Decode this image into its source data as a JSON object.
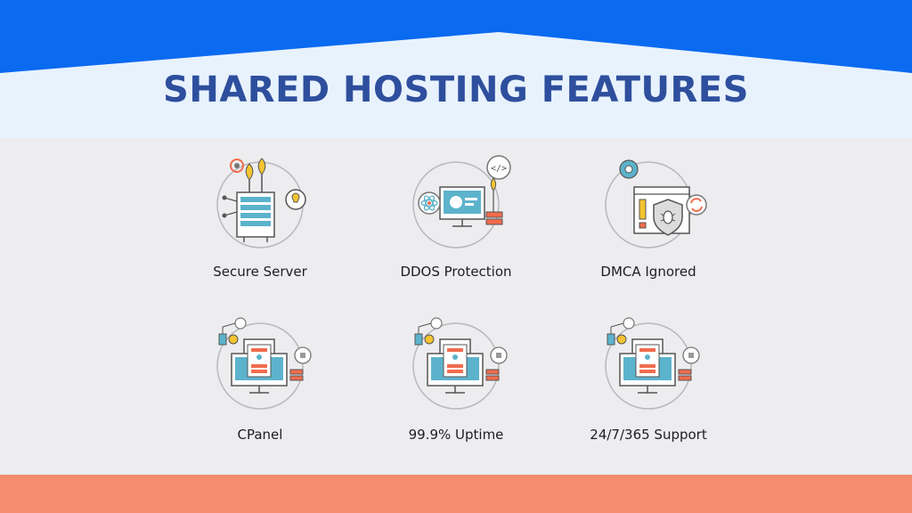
{
  "title": "SHARED HOSTING FEATURES",
  "colors": {
    "blue": "#0a6af0",
    "banner_light": "#e8f2fd",
    "title": "#2e4f9d",
    "coral": "#f58c6e",
    "background": "#ededef",
    "icon_teal": "#5cb3cc",
    "icon_orange": "#f26b4c",
    "icon_yellow": "#f4c430"
  },
  "features": [
    {
      "label": "Secure Server",
      "icon": "server-plants-icon"
    },
    {
      "label": "DDOS Protection",
      "icon": "monitor-atom-code-icon"
    },
    {
      "label": "DMCA Ignored",
      "icon": "shield-bug-gear-icon"
    },
    {
      "label": "CPanel",
      "icon": "monitor-network-icon"
    },
    {
      "label": "99.9% Uptime",
      "icon": "monitor-network-icon"
    },
    {
      "label": "24/7/365 Support",
      "icon": "monitor-network-icon"
    }
  ]
}
